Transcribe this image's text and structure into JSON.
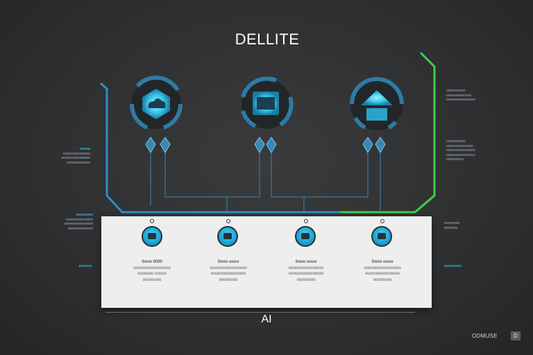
{
  "title": "DELLITE",
  "footer_label": "AI",
  "watermark": {
    "text": "ODMUSE",
    "badge": "D"
  },
  "colors": {
    "accent_blue": "#2d8fc7",
    "accent_green": "#3fd14a",
    "panel_bg": "#eeeeef",
    "glow": "#3ec9ee"
  },
  "nodes": [
    {
      "icon": "cloud-icon"
    },
    {
      "icon": "server-icon"
    },
    {
      "icon": "pyramid-icon"
    }
  ],
  "panel_columns": [
    {
      "icon": "device-icon",
      "lines": [
        "Smm 0000",
        "oooooooooooooooo",
        "ooooooo ooooo",
        "oooooooo"
      ]
    },
    {
      "icon": "robot-icon",
      "lines": [
        "Smm oooo",
        "oooooooooooooooo",
        "ooooooooooooooo",
        "oooooooo"
      ]
    },
    {
      "icon": "chat-icon",
      "lines": [
        "Smm oooo",
        "ooooooooooooooo",
        "ooooooooooooooo",
        "oooooooo"
      ]
    },
    {
      "icon": "drop-icon",
      "lines": [
        "Smm oooo",
        "oooooooooooooooo",
        "ooooooooooooooo",
        "oooooooo"
      ]
    }
  ],
  "left_labels": [
    {
      "lines": [
        "ooooo",
        "oooooooooooooo",
        "ooooooooooooooo",
        "oooooooooooo"
      ]
    },
    {
      "lines": [
        "oooooooo",
        "oooooooooooooo",
        "ooooooooooooooo",
        "ooooooooooooo"
      ]
    },
    {
      "lines": [
        "oooooo"
      ]
    }
  ],
  "right_labels": [
    {
      "lines": [
        "oooooooooo",
        "ooooooooooooo",
        "ooooooooooooooo"
      ]
    },
    {
      "lines": [
        "oooooooooo",
        "oooooooooooooo",
        "ooooooooooooooo",
        "ooooooooooooooo",
        "ooooooooo"
      ]
    },
    {
      "lines": [
        "oooooooo",
        "ooooooo"
      ]
    },
    {
      "lines": [
        "oooooooo"
      ]
    }
  ]
}
